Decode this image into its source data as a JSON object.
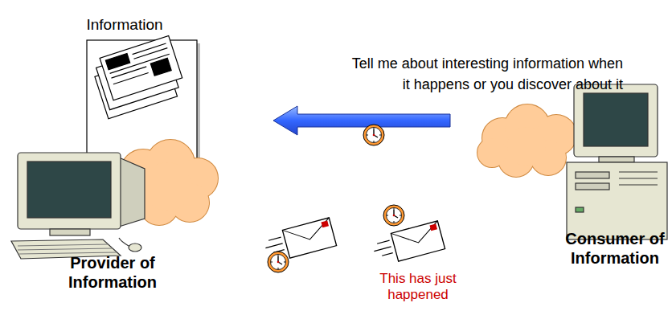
{
  "diagram": {
    "nodes": [
      {
        "text": [
          "Provider of Information"
        ]
      },
      {
        "text": [
          "Consumer of Information"
        ]
      }
    ],
    "edges": [
      {
        "from": 1,
        "to": 0,
        "arrow": "to",
        "label": "Tell me about interesting information when it happens or you discover about it"
      }
    ],
    "labels": [
      "Information",
      "This has just happened"
    ]
  }
}
